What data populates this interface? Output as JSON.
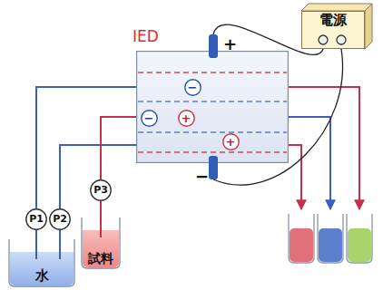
{
  "diagram": {
    "nodes": [
      {
        "text": [
          "IED"
        ]
      },
      {
        "text": [
          "−"
        ],
        "in": 0
      },
      {
        "text": [
          "−"
        ],
        "in": 0
      },
      {
        "text": [
          "+"
        ],
        "in": 0
      },
      {
        "text": [
          "+"
        ],
        "in": 0
      },
      {
        "text": [
          "電源"
        ]
      },
      {
        "text": [
          "P1"
        ]
      },
      {
        "text": [
          "P2"
        ]
      },
      {
        "text": [
          "P3"
        ]
      },
      {
        "text": [
          "水"
        ]
      },
      {
        "text": [
          "試料"
        ]
      }
    ],
    "edges": [
      {
        "from": 1,
        "to": 2,
        "arrow": "to"
      },
      {
        "from": 3,
        "to": 4,
        "arrow": "to"
      },
      {
        "from": 5,
        "to": 0,
        "arrow": "none"
      },
      {
        "from": 5,
        "to": 0,
        "arrow": "none"
      },
      {
        "from": 9,
        "to": 6,
        "arrow": "none"
      },
      {
        "from": 6,
        "to": 0,
        "arrow": "none"
      },
      {
        "from": 9,
        "to": 7,
        "arrow": "none"
      },
      {
        "from": 7,
        "to": 0,
        "arrow": "none"
      },
      {
        "from": 10,
        "to": 8,
        "arrow": "none"
      },
      {
        "from": 8,
        "to": 0,
        "arrow": "none"
      }
    ],
    "labels": [
      "+",
      "−"
    ]
  }
}
